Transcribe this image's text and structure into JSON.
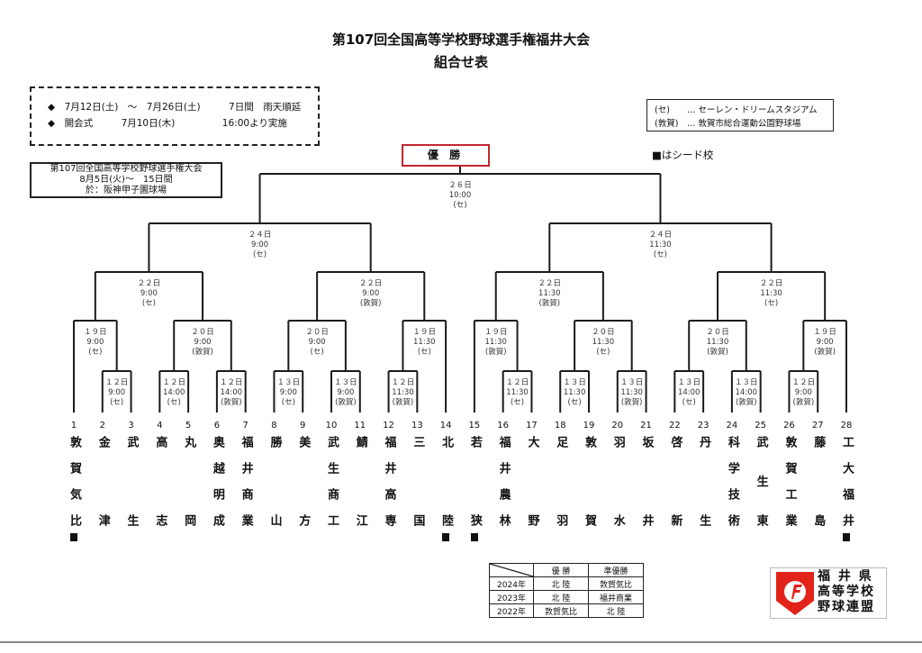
{
  "header": {
    "title": "第107回全国高等学校野球選手権福井大会",
    "subtitle": "組合せ表"
  },
  "info": {
    "line1": "◆　7月12日(土)　～　7月26日(土)　　　7日間　雨天順延",
    "line2": "◆　開会式　　　7月10日(木)　　　　　16:00より実施"
  },
  "national": {
    "line1": "第107回全国高等学校野球選手権大会",
    "line2": "8月5日(火)～　15日間",
    "line3": "於：阪神甲子園球場"
  },
  "legend": {
    "row1": "(セ)　　… セーレン・ドリームスタジアム",
    "row2": "(敦賀)　… 敦賀市総合運動公園野球場"
  },
  "seed_note": "■はシード校",
  "champion_label": "優 勝",
  "teams": [
    {
      "num": "1",
      "name": "敦賀気比",
      "seed": true
    },
    {
      "num": "2",
      "name": "金津",
      "seed": false
    },
    {
      "num": "3",
      "name": "武生",
      "seed": false
    },
    {
      "num": "4",
      "name": "高志",
      "seed": false
    },
    {
      "num": "5",
      "name": "丸岡",
      "seed": false
    },
    {
      "num": "6",
      "name": "奥越明成",
      "seed": false
    },
    {
      "num": "7",
      "name": "福井商業",
      "seed": false
    },
    {
      "num": "8",
      "name": "勝山",
      "seed": false
    },
    {
      "num": "9",
      "name": "美方",
      "seed": false
    },
    {
      "num": "10",
      "name": "武生商工",
      "seed": false
    },
    {
      "num": "11",
      "name": "鯖江",
      "seed": false
    },
    {
      "num": "12",
      "name": "福井高専",
      "seed": false
    },
    {
      "num": "13",
      "name": "三国",
      "seed": false
    },
    {
      "num": "14",
      "name": "北陸",
      "seed": true
    },
    {
      "num": "15",
      "name": "若狭",
      "seed": true
    },
    {
      "num": "16",
      "name": "福井農林",
      "seed": false
    },
    {
      "num": "17",
      "name": "大野",
      "seed": false
    },
    {
      "num": "18",
      "name": "足羽",
      "seed": false
    },
    {
      "num": "19",
      "name": "敦賀",
      "seed": false
    },
    {
      "num": "20",
      "name": "羽水",
      "seed": false
    },
    {
      "num": "21",
      "name": "坂井",
      "seed": false
    },
    {
      "num": "22",
      "name": "啓新",
      "seed": false
    },
    {
      "num": "23",
      "name": "丹生",
      "seed": false
    },
    {
      "num": "24",
      "name": "科学技術",
      "seed": false
    },
    {
      "num": "25",
      "name": "武生東",
      "seed": false
    },
    {
      "num": "26",
      "name": "敦賀工業",
      "seed": false
    },
    {
      "num": "27",
      "name": "藤島",
      "seed": false
    },
    {
      "num": "28",
      "name": "工大福井",
      "seed": true
    }
  ],
  "bracket": {
    "round": 5,
    "date": "２６日",
    "time": "10:00",
    "venue": "(セ)",
    "children": [
      {
        "round": 4,
        "date": "２４日",
        "time": "9:00",
        "venue": "(セ)",
        "children": [
          {
            "round": 3,
            "date": "２２日",
            "time": "9:00",
            "venue": "(セ)",
            "children": [
              {
                "round": 2,
                "date": "１９日",
                "time": "9:00",
                "venue": "(セ)",
                "children": [
                  {
                    "team": 1
                  },
                  {
                    "round": 1,
                    "date": "１２日",
                    "time": "9:00",
                    "venue": "(セ)",
                    "children": [
                      {
                        "team": 2
                      },
                      {
                        "team": 3
                      }
                    ]
                  }
                ]
              },
              {
                "round": 2,
                "date": "２０日",
                "time": "9:00",
                "venue": "(敦賀)",
                "children": [
                  {
                    "round": 1,
                    "date": "１２日",
                    "time": "14:00",
                    "venue": "(セ)",
                    "children": [
                      {
                        "team": 4
                      },
                      {
                        "team": 5
                      }
                    ]
                  },
                  {
                    "round": 1,
                    "date": "１２日",
                    "time": "14:00",
                    "venue": "(敦賀)",
                    "children": [
                      {
                        "team": 6
                      },
                      {
                        "team": 7
                      }
                    ]
                  }
                ]
              }
            ]
          },
          {
            "round": 3,
            "date": "２２日",
            "time": "9:00",
            "venue": "(敦賀)",
            "children": [
              {
                "round": 2,
                "date": "２０日",
                "time": "9:00",
                "venue": "(セ)",
                "children": [
                  {
                    "round": 1,
                    "date": "１３日",
                    "time": "9:00",
                    "venue": "(セ)",
                    "children": [
                      {
                        "team": 8
                      },
                      {
                        "team": 9
                      }
                    ]
                  },
                  {
                    "round": 1,
                    "date": "１３日",
                    "time": "9:00",
                    "venue": "(敦賀)",
                    "children": [
                      {
                        "team": 10
                      },
                      {
                        "team": 11
                      }
                    ]
                  }
                ]
              },
              {
                "round": 2,
                "date": "１９日",
                "time": "11:30",
                "venue": "(セ)",
                "children": [
                  {
                    "round": 1,
                    "date": "１２日",
                    "time": "11:30",
                    "venue": "(敦賀)",
                    "children": [
                      {
                        "team": 12
                      },
                      {
                        "team": 13
                      }
                    ]
                  },
                  {
                    "team": 14
                  }
                ]
              }
            ]
          }
        ]
      },
      {
        "round": 4,
        "date": "２４日",
        "time": "11:30",
        "venue": "(セ)",
        "children": [
          {
            "round": 3,
            "date": "２２日",
            "time": "11:30",
            "venue": "(敦賀)",
            "children": [
              {
                "round": 2,
                "date": "１９日",
                "time": "11:30",
                "venue": "(敦賀)",
                "children": [
                  {
                    "team": 15
                  },
                  {
                    "round": 1,
                    "date": "１２日",
                    "time": "11:30",
                    "venue": "(セ)",
                    "children": [
                      {
                        "team": 16
                      },
                      {
                        "team": 17
                      }
                    ]
                  }
                ]
              },
              {
                "round": 2,
                "date": "２０日",
                "time": "11:30",
                "venue": "(セ)",
                "children": [
                  {
                    "round": 1,
                    "date": "１３日",
                    "time": "11:30",
                    "venue": "(セ)",
                    "children": [
                      {
                        "team": 18
                      },
                      {
                        "team": 19
                      }
                    ]
                  },
                  {
                    "round": 1,
                    "date": "１３日",
                    "time": "11:30",
                    "venue": "(敦賀)",
                    "children": [
                      {
                        "team": 20
                      },
                      {
                        "team": 21
                      }
                    ]
                  }
                ]
              }
            ]
          },
          {
            "round": 3,
            "date": "２２日",
            "time": "11:30",
            "venue": "(セ)",
            "children": [
              {
                "round": 2,
                "date": "２０日",
                "time": "11:30",
                "venue": "(敦賀)",
                "children": [
                  {
                    "round": 1,
                    "date": "１３日",
                    "time": "14:00",
                    "venue": "(セ)",
                    "children": [
                      {
                        "team": 22
                      },
                      {
                        "team": 23
                      }
                    ]
                  },
                  {
                    "round": 1,
                    "date": "１３日",
                    "time": "14:00",
                    "venue": "(敦賀)",
                    "children": [
                      {
                        "team": 24
                      },
                      {
                        "team": 25
                      }
                    ]
                  }
                ]
              },
              {
                "round": 2,
                "date": "１９日",
                "time": "9:00",
                "venue": "(敦賀)",
                "children": [
                  {
                    "round": 1,
                    "date": "１２日",
                    "time": "9:00",
                    "venue": "(敦賀)",
                    "children": [
                      {
                        "team": 26
                      },
                      {
                        "team": 27
                      }
                    ]
                  },
                  {
                    "team": 28
                  }
                ]
              }
            ]
          }
        ]
      }
    ]
  },
  "past_results": {
    "headers": [
      "",
      "優 勝",
      "準優勝"
    ],
    "rows": [
      [
        "2024年",
        "北 陸",
        "敦賀気比"
      ],
      [
        "2023年",
        "北 陸",
        "福井商業"
      ],
      [
        "2022年",
        "敦賀気比",
        "北 陸"
      ]
    ]
  },
  "logo": {
    "line1": "福 井 県",
    "line2": "高等学校",
    "line3": "野球連盟",
    "accent": "#e2231a"
  }
}
